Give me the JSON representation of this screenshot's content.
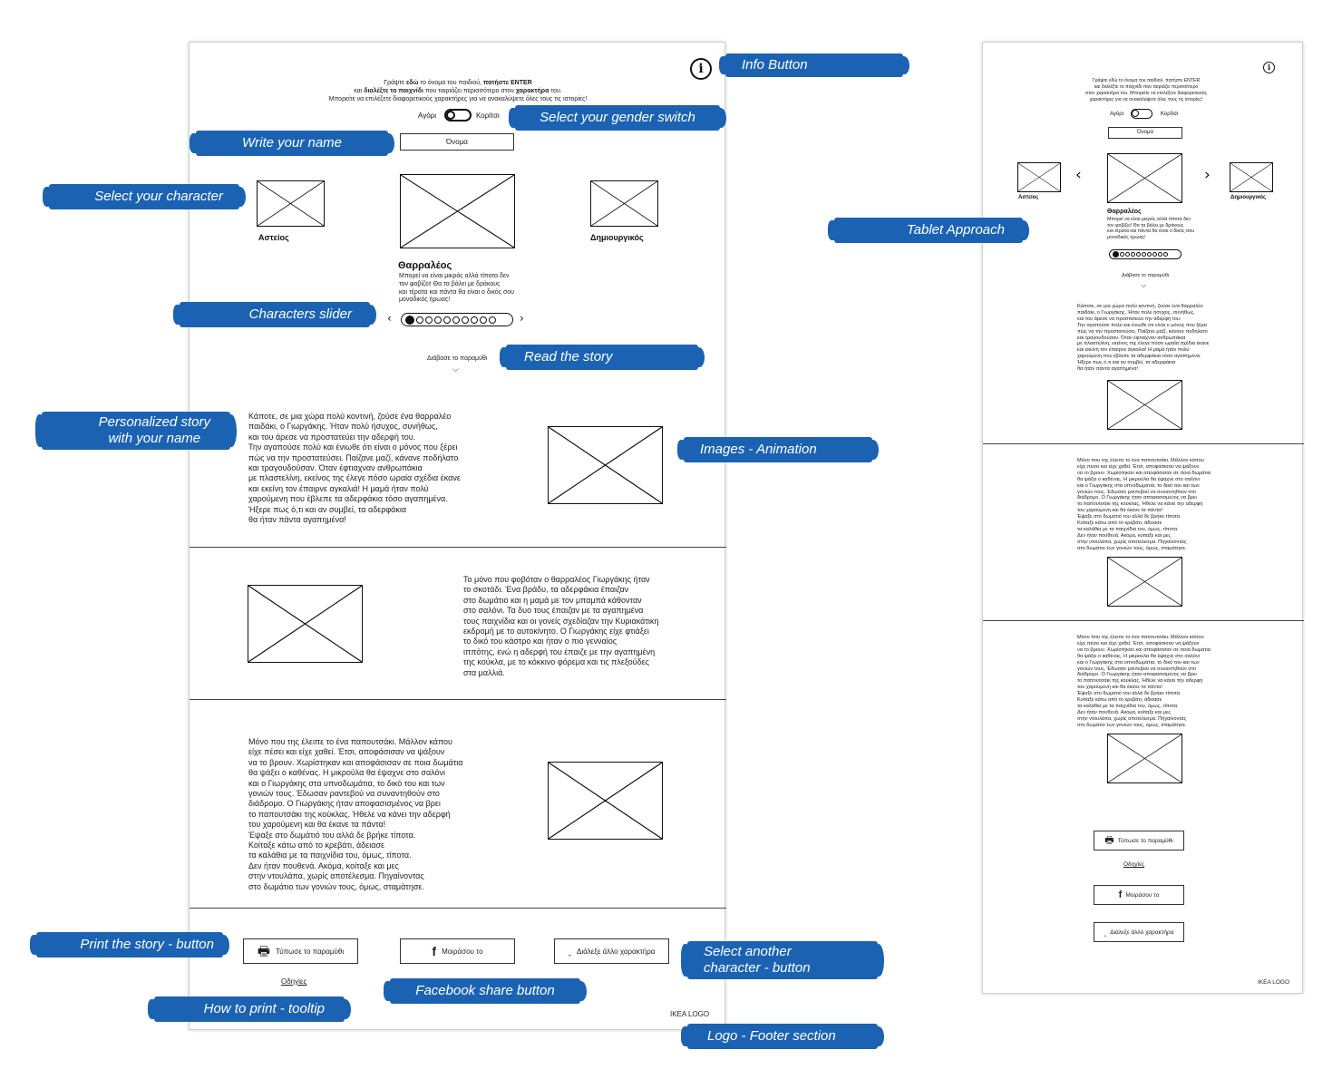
{
  "callouts": {
    "info_button": "Info Button",
    "gender_switch": "Select your gender switch",
    "write_name": "Write your name",
    "select_character": "Select your character",
    "tablet_approach": "Tablet Approach",
    "characters_slider": "Characters slider",
    "read_story": "Read the story",
    "personalized_story": "Personalized story\nwith your name",
    "images_animation": "Images - Animation",
    "print_button": "Print the story - button",
    "select_another": "Select another\ncharacter - button",
    "facebook_share": "Facebook share button",
    "how_to_print": "How to print - tooltip",
    "logo_footer": "Logo - Footer section"
  },
  "intro": {
    "line1_a": "Γράψτε ",
    "line1_b": "εδώ",
    "line1_c": " το όνομα του παιδιού, ",
    "line1_d": "πατήστε ENTER",
    "line2_a": "και ",
    "line2_b": "διαλέξτε το παιχνίδι",
    "line2_c": " που ταιριάζει περισσότερο στον ",
    "line2_d": "χαρακτήρα",
    "line2_e": " του.",
    "line3": "Μπορείτε να επιλέξετε διαφορετικούς χαρακτήρες για να ανακαλύψετε όλες τους τις ιστορίες!"
  },
  "tablet_intro": {
    "line1": "Γράψτε εδώ το όνομα του παιδιού, πατήστε ENTER",
    "line2": "και διαλέξτε το παιχνίδι που ταιριάζει περισσότερο",
    "line3": "στον χαρακτήρα του. Μπορείτε να επιλέξετε διαφορετικούς",
    "line4": "χαρακτήρες για να ανακαλύψετε όλες τους τις ιστορίες!"
  },
  "gender": {
    "boy": "Αγόρι",
    "girl": "Κορίτσι"
  },
  "name_input": {
    "placeholder": "Όνομα"
  },
  "characters": {
    "left": "Αστείος",
    "center": "Θαρραλέος",
    "right": "Δημιουργικός",
    "description": "Μπορεί να είναι μικρός αλλά τίποτα δεν\nτον φοβίζει!  Θα τα βάλει με δράκους\nκαι τέρατα και πάντα θα είναι ο δικός σου\nμοναδικός ήρωας!",
    "total": 10,
    "active": 1
  },
  "read_story": "Διάβασε το παραμύθι",
  "story": {
    "p1": "Κάποτε, σε μια χώρα πολύ κοντινή, ζούσε ένα θαρραλέο\nπαιδάκι, ο Γιωργάκης. Ήταν πολύ ήσυχος, συνήθως,\nκαι του άρεσε να προστατεύει την αδερφή του.\nΤην αγαπούσε πολύ και ένιωθε ότι είναι ο μόνος που ξέρει\nπώς να την προστατεύσει. Παίζανε μαζί, κάνανε ποδήλατο\nκαι τραγουδούσαν. Όταν έφτιαχναν ανθρωπάκια\nμε πλαστελίνη, εκείνος της έλεγε πόσο ωραία σχέδια έκανε\nκαι εκείνη τον έπαιρνε αγκαλιά! Η μαμά ήταν πολύ\nχαρούμενη που έβλεπε τα αδερφάκια τόσο αγαπημένα.\nΉξερε πως ό,τι και αν συμβεί, τα αδερφάκια\nθα ήταν πάντα αγαπημένα!",
    "p2": "Το μόνο που φοβόταν ο θαρραλέος Γιωργάκης ήταν\nτο σκοτάδι. Ένα βράδυ, τα αδερφάκια έπαιζαν\nστο δωμάτιο και η μαμά με τον μπαμπά κάθονταν\nστο σαλόνι. Τα δυο τους έπαιζαν με τα αγαπημένα\nτους παιχνίδια και οι γονείς σχεδίαζαν την Κυριακάτικη\nεκδρομή με το αυτοκίνητο. Ο Γιωργάκης είχε φτιάξει\nτο δικό του κάστρο και ήταν ο πιο γενναίος\nιππότης, ενώ η αδερφή του έπαιζε με την αγαπημένη\nτης κούκλα, με το κόκκινο φόρεμα και τις πλεξούδες\nστα μαλλιά.",
    "p3": "Μόνο που της έλειπε το ένα παπουτσάκι. Μάλλον κάπου\nείχε πέσει και είχε χαθεί. Έτσι, αποφάσισαν να ψάξουν\nνα το βρουν. Χωρίστηκαν και αποφάσισαν σε ποια δωμάτια\nθα ψάξει ο καθένας. Η μικρούλα θα έψαχνε στο σαλόνι\nκαι ο Γιωργάκης στα υπνοδωμάτια, το δικό του και των\nγονιών τους. Έδωσαν ραντεβού να συναντηθούν στο\nδιάδρομο. Ο Γιωργάκης ήταν αποφασισμένος να βρει\nτο παπουτσάκι της κούκλας. Ήθελε να κάνει την αδερφή\nτου χαρούμενη και θα έκανε τα πάντα!\nΈψαξε στο δωμάτιό του αλλά δε βρήκε τίποτα.\nΚοίταξε κάτω από το κρεβάτι, άδειασε\nτα καλάθια με τα παιχνίδια του, όμως, τίποτα.\nΔεν ήταν πουθενά. Ακόμα, κοίταξε και μες\nστην ντουλάπα, χωρίς αποτέλεσμα. Πηγαίνοντας\nστο δωμάτιο των γονιών τους, όμως, σταμάτησε."
  },
  "buttons": {
    "print": "Τύπωσε το παραμύθι",
    "share": "Μοιράσου το",
    "another": "Διάλεξε άλλο χαρακτήρα",
    "howto": "Οδηγίες"
  },
  "logo": "IKEA LOGO",
  "colors": {
    "callout_blue": "#1b63b2"
  }
}
